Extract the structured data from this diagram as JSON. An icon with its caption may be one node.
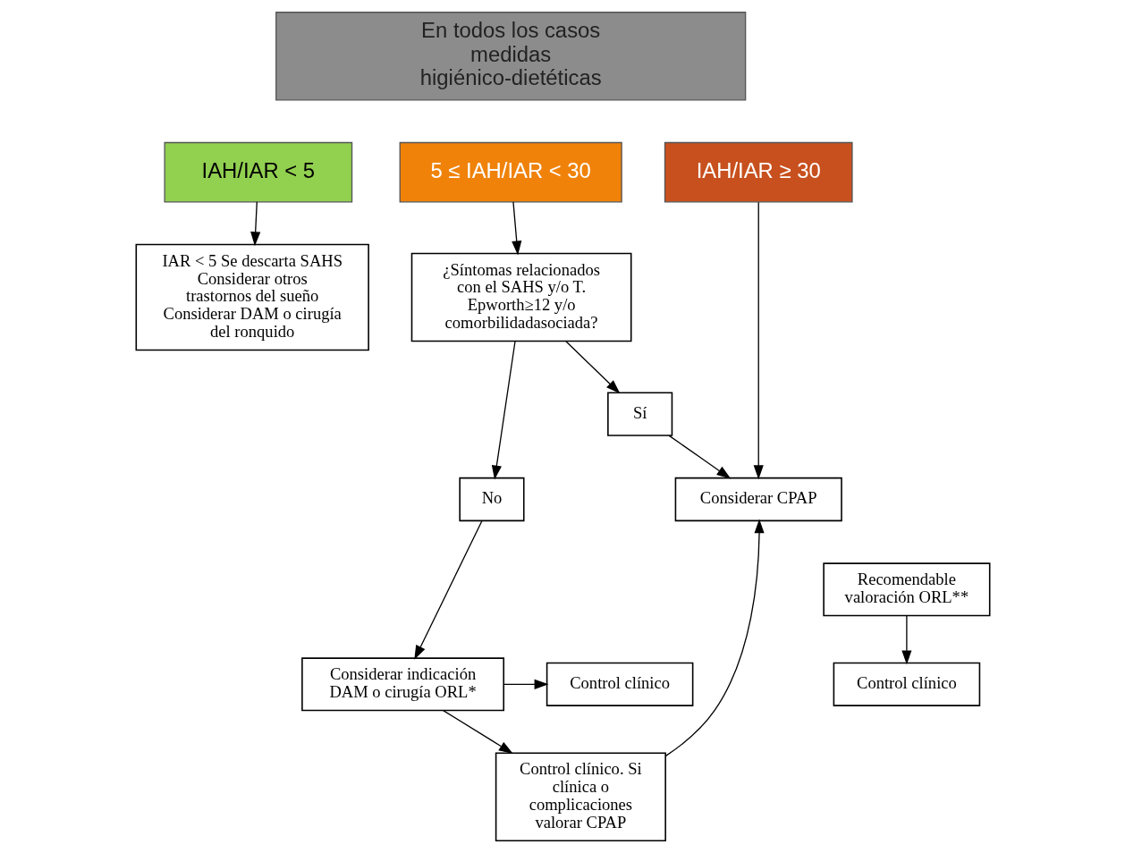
{
  "diagram": {
    "nodes": [
      {
        "text": [
          "En todos los casos medidas higiénico-dietéticas"
        ]
      },
      {
        "text": [
          "IAH/IAR < 5"
        ]
      },
      {
        "text": [
          "5 ≤ IAH/IAR < 30"
        ]
      },
      {
        "text": [
          "IAH/IAR ≥ 30"
        ]
      },
      {
        "text": [
          "IAR < 5 Se descarta SAHS Considerar otros trastornos del sueño Considerar DAM o cirugía del ronquido"
        ]
      },
      {
        "text": [
          "¿Síntomas relacionados con el SAHS y/o T. Epworth≥12 y/o comorbilidadasociada?"
        ]
      },
      {
        "text": [
          "Sí"
        ]
      },
      {
        "text": [
          "Considerar CPAP"
        ]
      },
      {
        "text": [
          "Recomendable valoración ORL**"
        ]
      },
      {
        "text": [
          "No"
        ]
      },
      {
        "text": [
          "Control clínico. Si clínica o complicaciones valorar CPAP"
        ]
      },
      {
        "text": [
          "Control clínico"
        ]
      },
      {
        "text": [
          "Considerar indicación DAM o cirugía ORL*"
        ]
      },
      {
        "text": [
          "Control clínico"
        ]
      }
    ],
    "edges": [
      {
        "from": 1,
        "to": 4,
        "arrow": "to"
      },
      {
        "from": 2,
        "to": 5,
        "arrow": "to"
      },
      {
        "from": 3,
        "to": 7,
        "arrow": "to"
      },
      {
        "from": 5,
        "to": 6,
        "arrow": "to"
      },
      {
        "from": 6,
        "to": 7,
        "arrow": "to"
      },
      {
        "from": 5,
        "to": 9,
        "arrow": "to"
      },
      {
        "from": 9,
        "to": 12,
        "arrow": "to"
      },
      {
        "from": 12,
        "to": 11,
        "arrow": "to"
      },
      {
        "from": 12,
        "to": 10,
        "arrow": "to"
      },
      {
        "from": 10,
        "to": 7,
        "arrow": "to"
      },
      {
        "from": 8,
        "to": 13,
        "arrow": "to"
      }
    ]
  }
}
